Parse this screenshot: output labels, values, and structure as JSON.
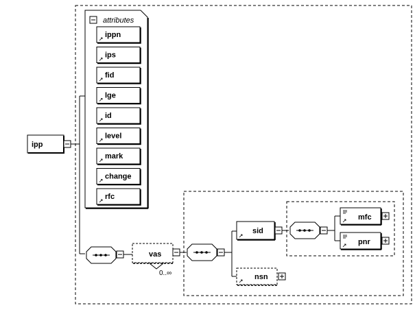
{
  "diagram": {
    "root": {
      "label": "ipp"
    },
    "attributes_group": {
      "title": "attributes",
      "items": [
        "ippn",
        "ips",
        "fid",
        "lge",
        "id",
        "level",
        "mark",
        "change",
        "rfc"
      ]
    },
    "vas": {
      "label": "vas",
      "occurrence": "0..∞"
    },
    "sid": {
      "label": "sid"
    },
    "nsn": {
      "label": "nsn"
    },
    "mfc": {
      "label": "mfc"
    },
    "pnr": {
      "label": "pnr"
    }
  }
}
